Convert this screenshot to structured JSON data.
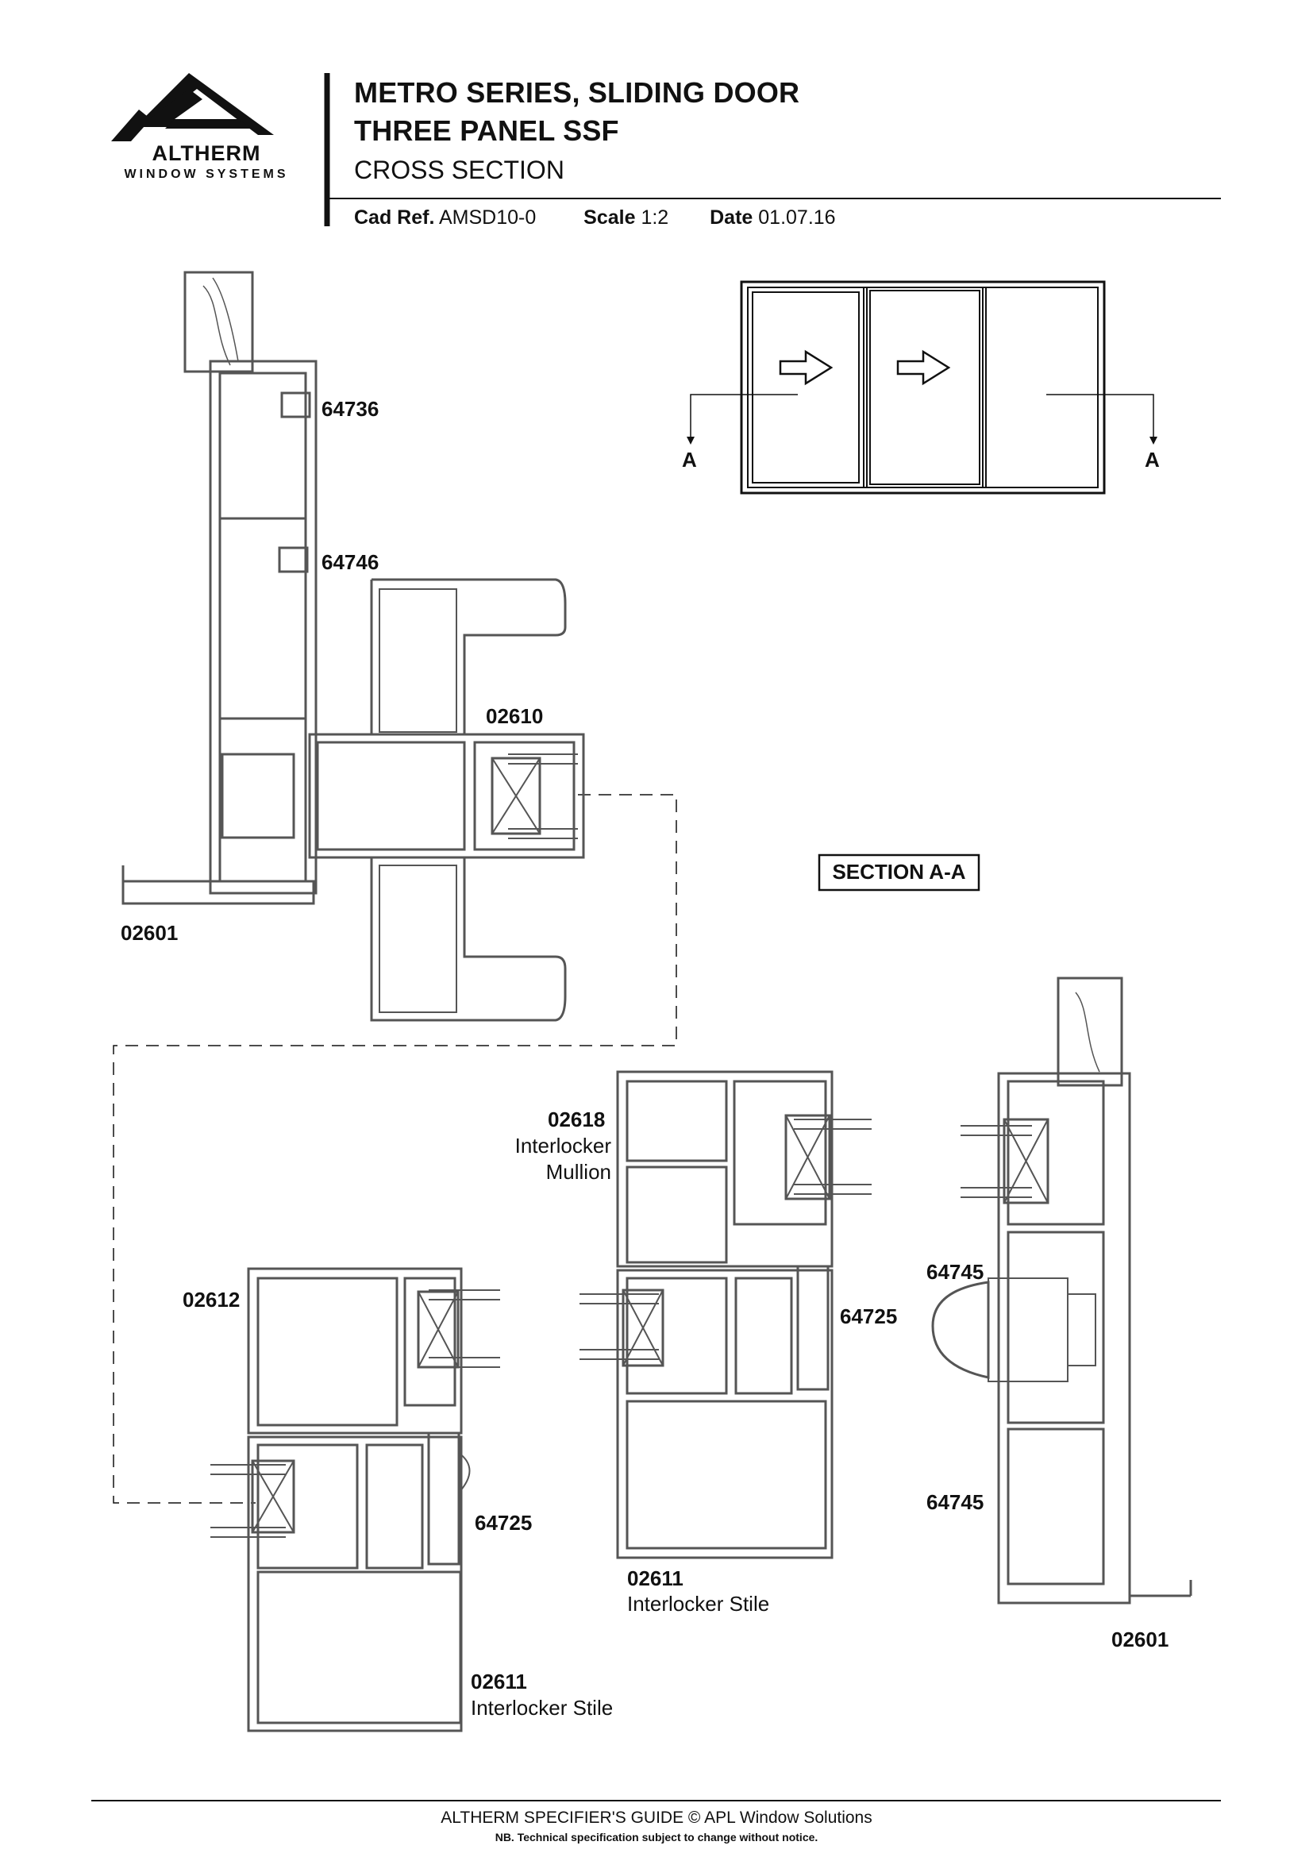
{
  "brand": {
    "name": "ALTHERM",
    "tagline": "WINDOW SYSTEMS"
  },
  "header": {
    "title_line1": "METRO SERIES, SLIDING DOOR",
    "title_line2": "THREE PANEL SSF",
    "subtitle": "CROSS SECTION",
    "cad_ref_label": "Cad Ref.",
    "cad_ref": "AMSD10-0",
    "scale_label": "Scale",
    "scale": "1:2",
    "date_label": "Date",
    "date": "01.07.16"
  },
  "section_marks": {
    "left": "A",
    "right": "A",
    "section_box": "SECTION A-A"
  },
  "parts": {
    "p64736": "64736",
    "p64746": "64746",
    "p02610": "02610",
    "p02601_top": "02601",
    "p02618": "02618",
    "p02618_desc1": "Interlocker",
    "p02618_desc2": "Mullion",
    "p02612": "02612",
    "p64725_right": "64725",
    "p64725_left": "64725",
    "p02611_mid": "02611",
    "p02611_mid_desc": "Interlocker Stile",
    "p02611_left": "02611",
    "p02611_left_desc": "Interlocker Stile",
    "p64745_top": "64745",
    "p64745_bottom": "64745",
    "p02601_right": "02601"
  },
  "footer": {
    "line1": "ALTHERM SPECIFIER'S GUIDE  © APL Window Solutions",
    "line2": "NB. Technical specification subject to change without notice."
  }
}
